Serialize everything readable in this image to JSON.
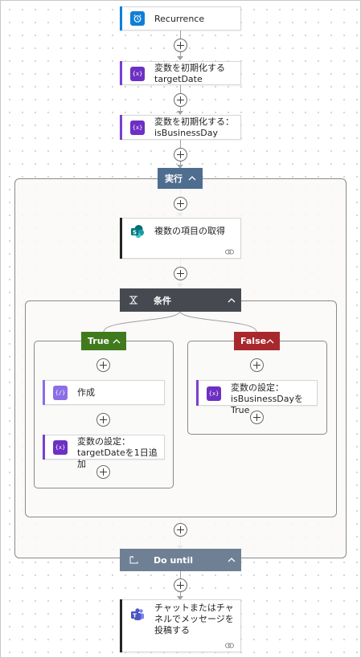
{
  "colors": {
    "recurrence_accent": "#0f7fd6",
    "variable_accent": "#7a3fd0",
    "variable_icon_bg": "#6d2fc4",
    "compose_icon_bg": "#8c6ee6",
    "run_header": "#4e6d8f",
    "condition_header": "#464a50",
    "true_header": "#3f7b1d",
    "false_header": "#a8282c",
    "do_until_header": "#6f8094",
    "sharepoint": "#038387",
    "teams": "#4b53bc"
  },
  "actions": {
    "recurrence": {
      "label": "Recurrence",
      "icon": "alarm-clock-icon"
    },
    "init_target_date": {
      "label_line1": "変数を初期化する",
      "label_line2": "targetDate",
      "icon": "variable-icon"
    },
    "init_is_business_day": {
      "label_line1": "変数を初期化する：",
      "label_line2": "isBusinessDay",
      "icon": "variable-icon"
    },
    "get_items": {
      "label": "複数の項目の取得",
      "icon": "sharepoint-icon"
    },
    "compose": {
      "label": "作成",
      "icon": "compose-icon"
    },
    "set_target_date": {
      "label_line1": "変数の設定：",
      "label_line2": "targetDateを1日追加",
      "icon": "variable-icon"
    },
    "set_is_business_day": {
      "label_line1": "変数の設定：",
      "label_line2": "isBusinessDayをTrue",
      "icon": "variable-icon"
    },
    "post_message": {
      "label_line1": "チャットまたはチャ",
      "label_line2": "ネルでメッセージを",
      "label_line3": "投稿する",
      "icon": "teams-icon"
    }
  },
  "scopes": {
    "run": {
      "label": "実行"
    },
    "condition": {
      "label": "条件",
      "icon": "condition-icon"
    },
    "true_branch": {
      "label": "True"
    },
    "false_branch": {
      "label": "False"
    },
    "do_until": {
      "label": "Do until",
      "icon": "loop-icon"
    }
  }
}
